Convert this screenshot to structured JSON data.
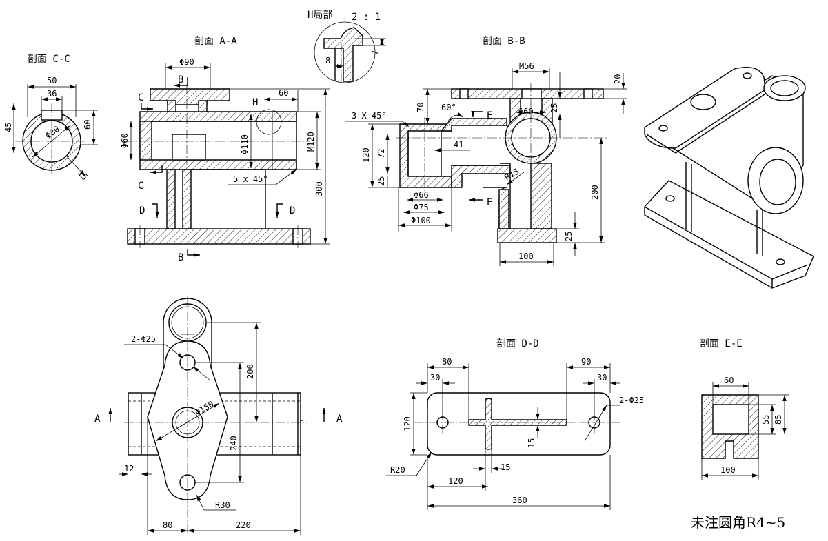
{
  "views": {
    "cc_title": "剖面 C-C",
    "aa_title": "剖面 A-A",
    "h_title": "H局部",
    "h_scale": "2 : 1",
    "bb_title": "剖面 B-B",
    "dd_title": "剖面 D-D",
    "ee_title": "剖面 E-E"
  },
  "note": "未注圆角R4~5",
  "labels": {
    "C": "C",
    "B": "B",
    "H": "H",
    "D": "D",
    "E": "E",
    "A": "A"
  },
  "dims": {
    "cc_50": "50",
    "cc_36": "36",
    "cc_45": "45",
    "cc_60": "60",
    "cc_d80": "Φ80",
    "cc_15": "15",
    "aa_d90": "Φ90",
    "aa_60": "60",
    "aa_d60": "Φ60",
    "aa_d110": "Φ110",
    "aa_m120": "M120",
    "aa_300": "300",
    "aa_5x45": "5 x 45°",
    "h_7": "7",
    "h_8": "8",
    "bb_m56": "M56",
    "bb_20": "20",
    "bb_70": "70",
    "bb_60deg": "60°",
    "bb_d60": "Φ60",
    "bb_25a": "25",
    "bb_3x45": "3 X 45°",
    "bb_120": "120",
    "bb_72": "72",
    "bb_25b": "25",
    "bb_41": "41",
    "bb_r15": "R15",
    "bb_d66": "Φ66",
    "bb_d75": "Φ75",
    "bb_d100": "Φ100",
    "bb_200": "200",
    "bb_25c": "25",
    "bb_100": "100",
    "top_2d25": "2-Φ25",
    "top_200": "200",
    "top_d150": "Φ150",
    "top_240": "240",
    "top_12": "12",
    "top_r30": "R30",
    "top_80": "80",
    "top_220": "220",
    "dd_80": "80",
    "dd_90": "90",
    "dd_30a": "30",
    "dd_30b": "30",
    "dd_2d25": "2-Φ25",
    "dd_120a": "120",
    "dd_15a": "15",
    "dd_15b": "15",
    "dd_r20": "R20",
    "dd_120b": "120",
    "dd_360": "360",
    "ee_60": "60",
    "ee_55": "55",
    "ee_85": "85",
    "ee_100": "100"
  }
}
